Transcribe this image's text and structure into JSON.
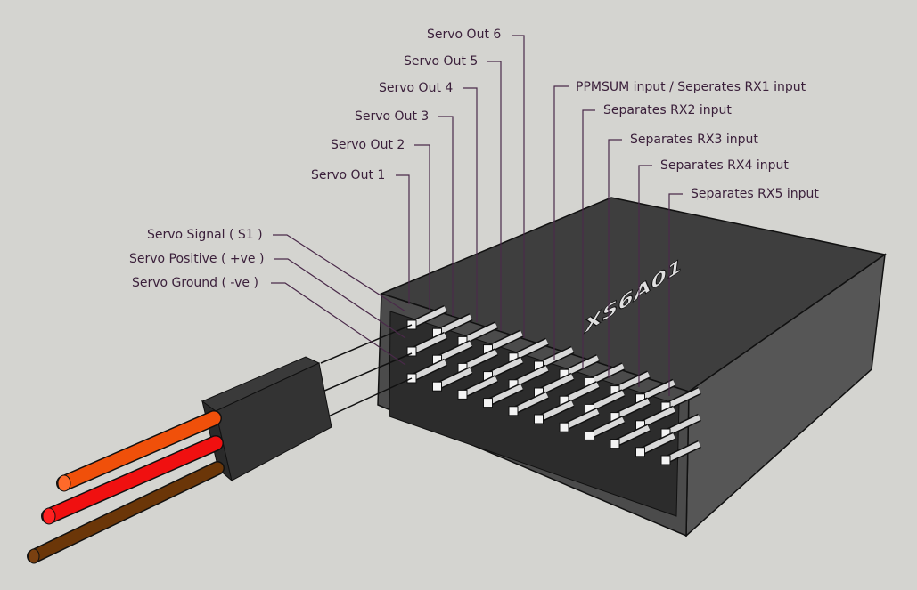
{
  "colors": {
    "background": "#d4d4d0",
    "leader_line": "#4a2a4a",
    "box_top": "#3c3c3c",
    "box_front": "#4a4a4a",
    "box_side": "#555555",
    "box_inner": "#2e2e2e",
    "pin": "#d8d8d8",
    "wire_signal": "#f0500a",
    "wire_positive": "#f01010",
    "wire_ground": "#6b3608",
    "connector": "#333333"
  },
  "device": {
    "logo": "XS6A01"
  },
  "labels": {
    "servo_outputs": [
      "Servo Out 1",
      "Servo Out 2",
      "Servo Out 3",
      "Servo Out 4",
      "Servo Out 5",
      "Servo Out 6"
    ],
    "inputs": [
      "PPMSUM input /  Seperates RX1 input",
      "Separates RX2 input",
      "Separates RX3 input",
      "Separates RX4 input",
      "Separates RX5 input"
    ],
    "servo_pins": [
      "Servo Signal ( S1 )",
      "Servo Positive ( +ve )",
      "Servo Ground ( -ve )"
    ]
  }
}
